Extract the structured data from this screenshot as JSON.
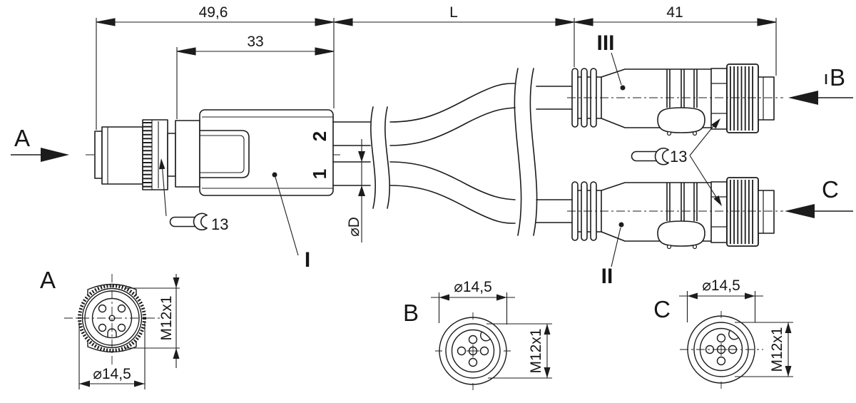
{
  "drawing": {
    "background": "#ffffff",
    "line_color": "#1c1c1c",
    "top_dimensions": [
      {
        "label": "49,6"
      },
      {
        "label": "L"
      },
      {
        "label": "41"
      }
    ],
    "dim_33": "33",
    "cable_diameter_label": "⌀D",
    "wrench_left": {
      "size": "13"
    },
    "wrench_right": {
      "size": "13"
    },
    "view_arrows": {
      "a": "A",
      "b": "B",
      "c": "C"
    },
    "part_refs": {
      "splitter_body": "I",
      "connector_bottom": "II",
      "connector_top": "III"
    },
    "port_labels": {
      "port1": "1",
      "port2": "2"
    },
    "detail_views": {
      "a": {
        "title": "A",
        "diameter": "⌀14,5",
        "thread": "M12x1"
      },
      "b": {
        "title": "B",
        "diameter": "⌀14,5",
        "thread": "M12x1"
      },
      "c": {
        "title": "C",
        "diameter": "⌀14,5",
        "thread": "M12x1"
      }
    }
  }
}
